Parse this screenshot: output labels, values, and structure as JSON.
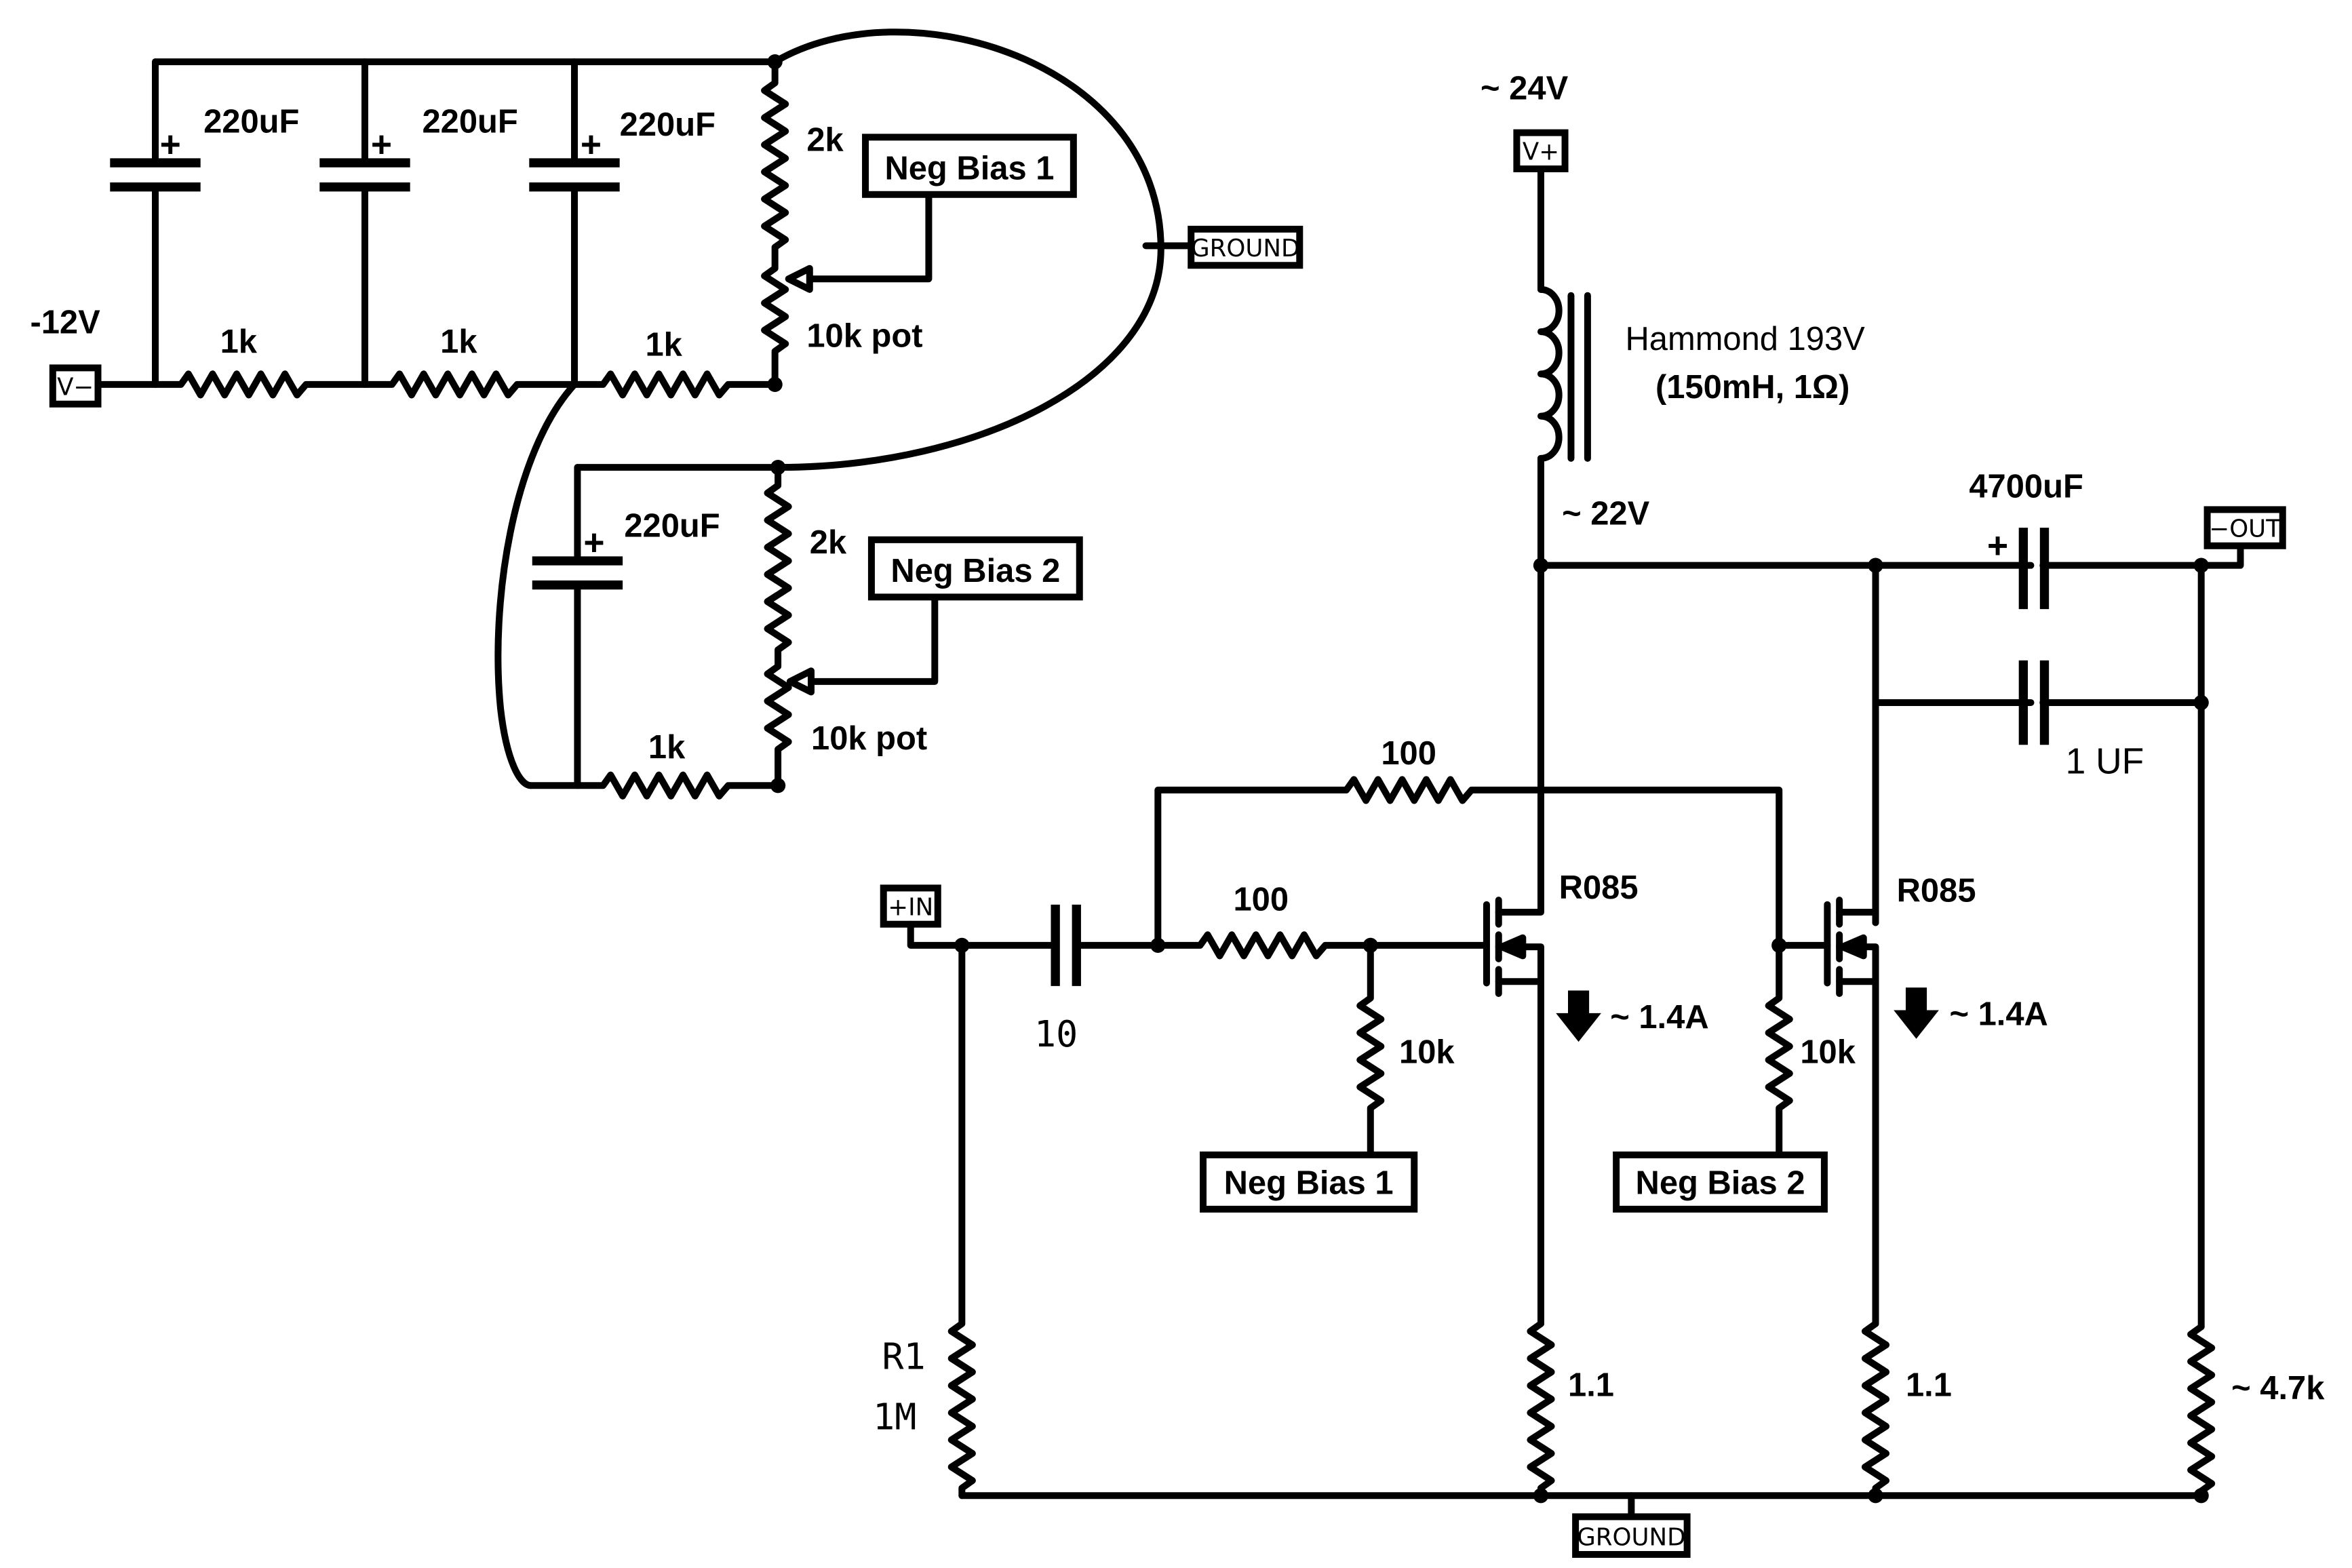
{
  "supply": {
    "neg_voltage": "-12V",
    "neg_port": "V−",
    "pos_voltage": "~ 24V",
    "pos_port": "V+",
    "mid_voltage": "~ 22V"
  },
  "grounds": {
    "top": "GROUND",
    "bottom": "GROUND"
  },
  "bias": {
    "caps": [
      "220uF",
      "220uF",
      "220uF",
      "220uF"
    ],
    "plus": "+",
    "filter_resistors": [
      "1k",
      "1k",
      "1k"
    ],
    "bias1_resistor": "2k",
    "bias1_pot": "10k pot",
    "bias1_label": "Neg Bias 1",
    "bias2_resistor": "2k",
    "bias2_pot": "10k pot",
    "bias2_label": "Neg Bias 2",
    "bias2_bottom_resistor": "1k"
  },
  "choke": {
    "name": "Hammond 193V",
    "spec": "(150mH, 1Ω)"
  },
  "output": {
    "cap_main": "4700uF",
    "cap_main_plus": "+",
    "cap_bypass": "1 UF",
    "port": "−OUT",
    "load": "~ 4.7k"
  },
  "input": {
    "port": "+IN",
    "cap": "10",
    "r1_name": "R1",
    "r1_value": "1M"
  },
  "stage": {
    "feedback_resistor": "100",
    "gate_resistor": "100",
    "gate1_bias_resistor": "10k",
    "gate2_bias_resistor": "10k",
    "bias1_label": "Neg Bias 1",
    "bias2_label": "Neg Bias 2",
    "mosfet1": "R085",
    "mosfet2": "R085",
    "current1": "~ 1.4A",
    "current2": "~ 1.4A",
    "source_resistor1": "1.1",
    "source_resistor2": "1.1"
  }
}
